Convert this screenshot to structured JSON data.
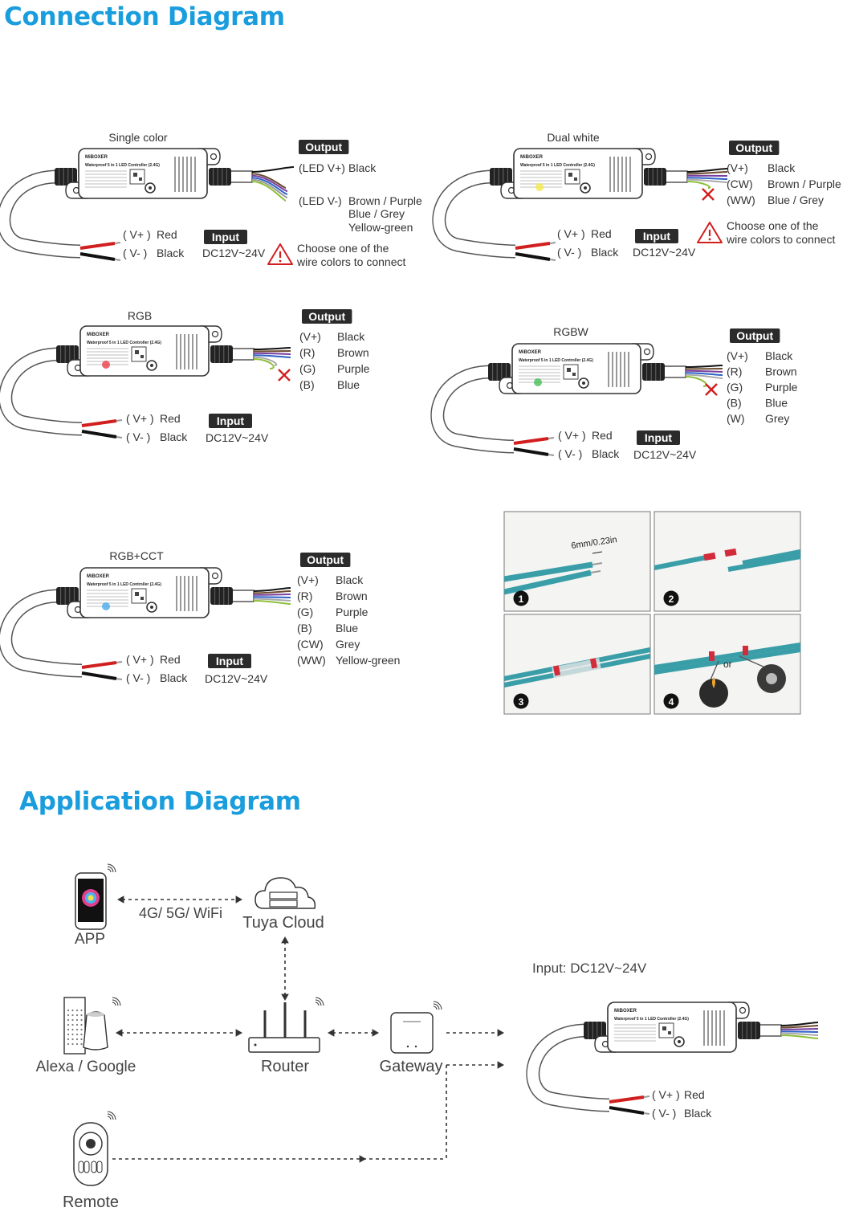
{
  "headings": {
    "connection": "Connection Diagram",
    "application": "Application Diagram"
  },
  "colors": {
    "accent": "#1a9ddd",
    "output_badge": "#2b2b2b",
    "red_wire": "#d11f1f",
    "cross": "#d11f1f"
  },
  "controller": {
    "brand": "MiBOXER",
    "model": "Waterproof 5 in 1 LED Controller (2.4G)"
  },
  "diagrams": [
    {
      "mode": "Single color",
      "output_badge": "Output",
      "input_badge": "Input",
      "input_voltage": "DC12V~24V",
      "input_pos": {
        "terminal": "( V+ )",
        "color": "Red"
      },
      "input_neg": {
        "terminal": "( V- )",
        "color": "Black"
      },
      "outputs": [
        {
          "terminal": "(LED V+)",
          "color": "Black"
        },
        {
          "terminal": "(LED V-)",
          "color": "Brown / Purple"
        },
        {
          "terminal": "",
          "color": "Blue / Grey"
        },
        {
          "terminal": "",
          "color": "Yellow-green"
        }
      ],
      "warning": [
        "Choose one of the",
        "wire colors to connect"
      ]
    },
    {
      "mode": "Dual white",
      "output_badge": "Output",
      "input_badge": "Input",
      "input_voltage": "DC12V~24V",
      "input_pos": {
        "terminal": "( V+ )",
        "color": "Red"
      },
      "input_neg": {
        "terminal": "( V- )",
        "color": "Black"
      },
      "outputs": [
        {
          "terminal": "(V+)",
          "color": "Black"
        },
        {
          "terminal": "(CW)",
          "color": "Brown / Purple"
        },
        {
          "terminal": "(WW)",
          "color": "Blue / Grey"
        }
      ],
      "warning": [
        "Choose one of the",
        "wire colors to connect"
      ]
    },
    {
      "mode": "RGB",
      "output_badge": "Output",
      "input_badge": "Input",
      "input_voltage": "DC12V~24V",
      "input_pos": {
        "terminal": "( V+ )",
        "color": "Red"
      },
      "input_neg": {
        "terminal": "( V- )",
        "color": "Black"
      },
      "outputs": [
        {
          "terminal": "(V+)",
          "color": "Black"
        },
        {
          "terminal": "(R)",
          "color": "Brown"
        },
        {
          "terminal": "(G)",
          "color": "Purple"
        },
        {
          "terminal": "(B)",
          "color": "Blue"
        }
      ]
    },
    {
      "mode": "RGBW",
      "output_badge": "Output",
      "input_badge": "Input",
      "input_voltage": "DC12V~24V",
      "input_pos": {
        "terminal": "( V+ )",
        "color": "Red"
      },
      "input_neg": {
        "terminal": "( V- )",
        "color": "Black"
      },
      "outputs": [
        {
          "terminal": "(V+)",
          "color": "Black"
        },
        {
          "terminal": "(R)",
          "color": "Brown"
        },
        {
          "terminal": "(G)",
          "color": "Purple"
        },
        {
          "terminal": "(B)",
          "color": "Blue"
        },
        {
          "terminal": "(W)",
          "color": "Grey"
        }
      ]
    },
    {
      "mode": "RGB+CCT",
      "output_badge": "Output",
      "input_badge": "Input",
      "input_voltage": "DC12V~24V",
      "input_pos": {
        "terminal": "( V+ )",
        "color": "Red"
      },
      "input_neg": {
        "terminal": "( V- )",
        "color": "Black"
      },
      "outputs": [
        {
          "terminal": "(V+)",
          "color": "Black"
        },
        {
          "terminal": "(R)",
          "color": "Brown"
        },
        {
          "terminal": "(G)",
          "color": "Purple"
        },
        {
          "terminal": "(B)",
          "color": "Blue"
        },
        {
          "terminal": "(CW)",
          "color": "Grey"
        },
        {
          "terminal": "(WW)",
          "color": "Yellow-green"
        }
      ]
    }
  ],
  "wiring_steps": {
    "strip_length": "6mm/0.23in",
    "or_label": "or",
    "steps": [
      "1",
      "2",
      "3",
      "4"
    ]
  },
  "application": {
    "app_label": "APP",
    "network_label": "4G/ 5G/ WiFi",
    "cloud_label": "Tuya Cloud",
    "assistant_label": "Alexa / Google",
    "router_label": "Router",
    "gateway_label": "Gateway",
    "remote_label": "Remote",
    "input_label": "Input: DC12V~24V",
    "input_pos": {
      "terminal": "( V+ )",
      "color": "Red"
    },
    "input_neg": {
      "terminal": "( V- )",
      "color": "Black"
    }
  }
}
